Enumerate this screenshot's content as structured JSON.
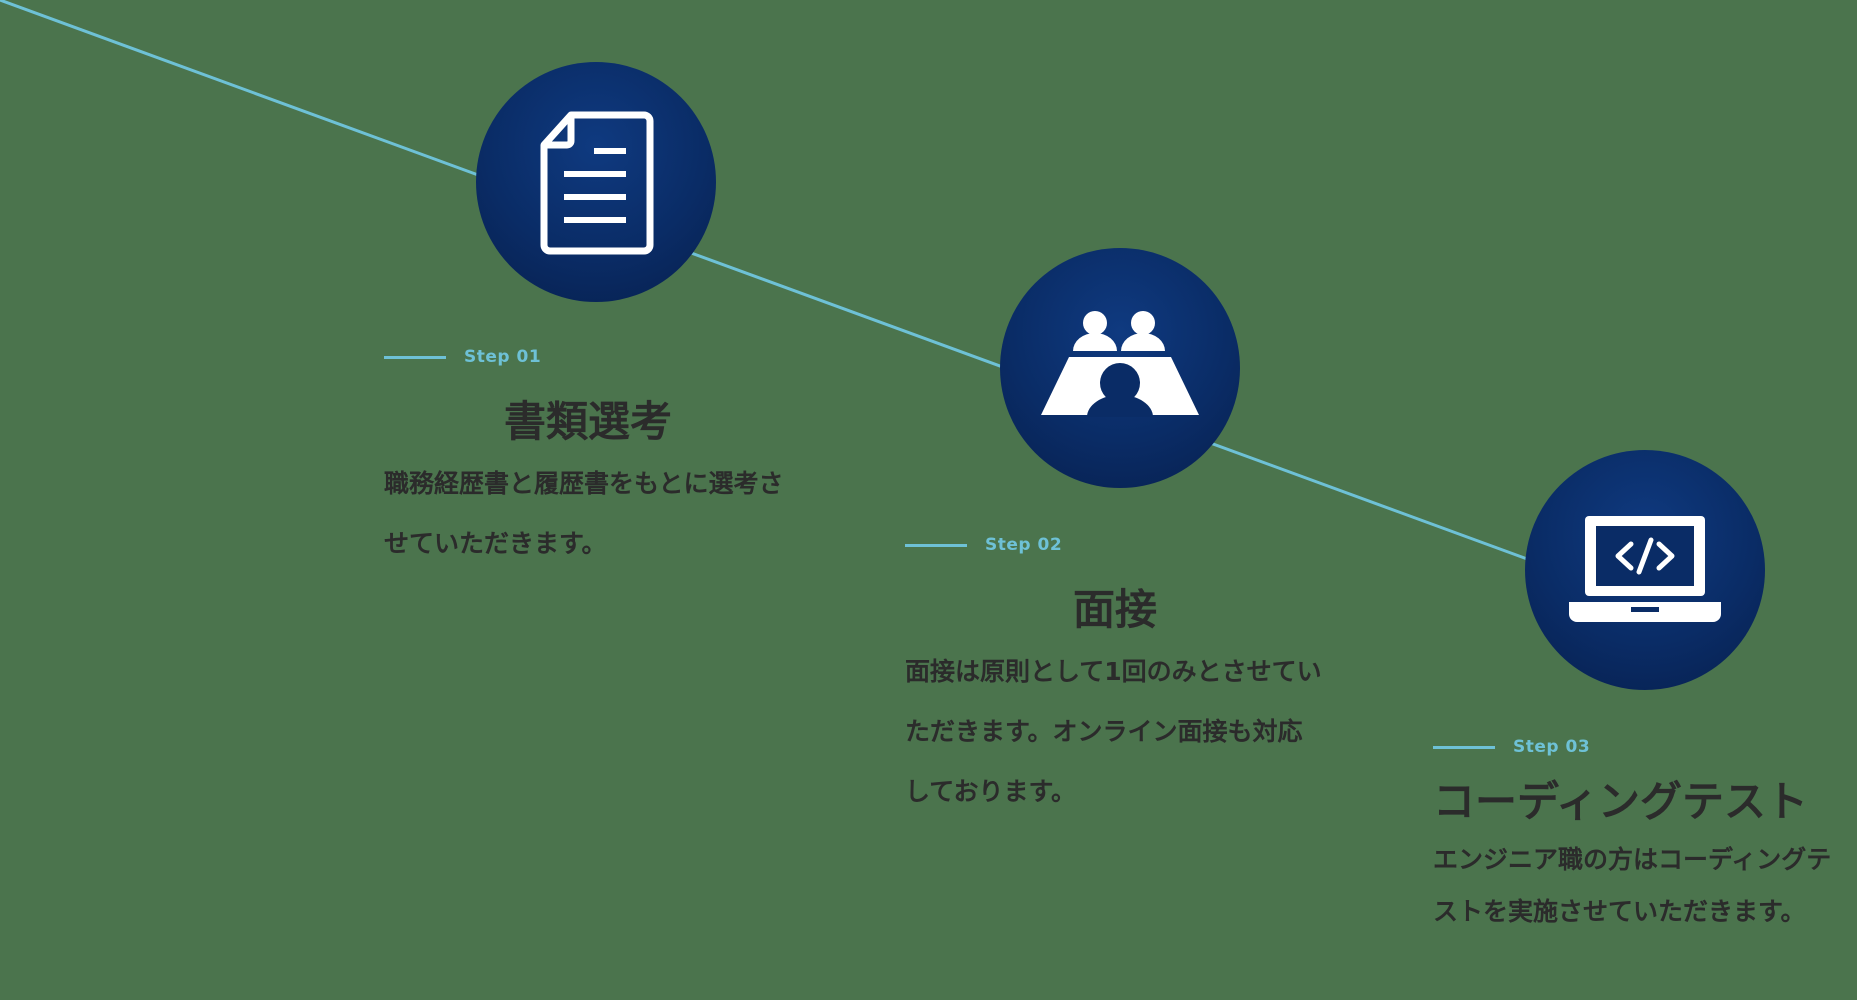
{
  "steps": [
    {
      "tag": "Step 01",
      "title": "書類選考",
      "description": "職務経歴書と履歴書をもとに選考させていただきます。",
      "icon": "document-icon"
    },
    {
      "tag": "Step 02",
      "title": "面接",
      "description": "面接は原則として1回のみとさせていただきます。オンライン面接も対応しております。",
      "icon": "meeting-icon"
    },
    {
      "tag": "Step 03",
      "title": "コーディングテスト",
      "description": "エンジニア職の方はコーディングテストを実施させていただきます。",
      "icon": "laptop-code-icon"
    }
  ],
  "colors": {
    "background": "#4b744d",
    "circle": "#0a2c66",
    "accent": "#6ec1d6",
    "text": "#2b2b2b"
  }
}
